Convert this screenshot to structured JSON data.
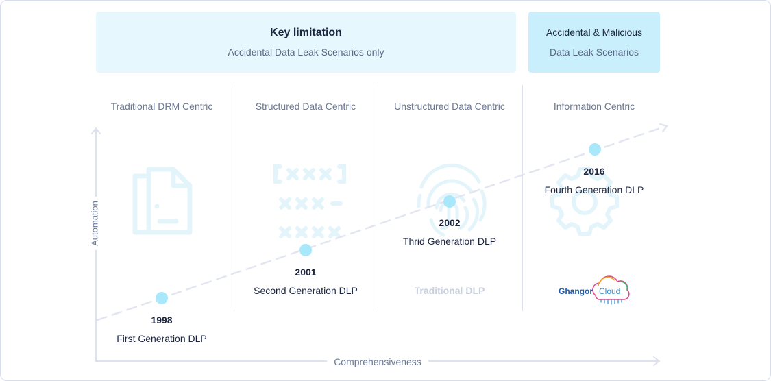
{
  "banners": {
    "left": {
      "title": "Key limitation",
      "subtitle": "Accidental Data Leak Scenarios only"
    },
    "right": {
      "title": "Accidental & Malicious",
      "subtitle": "Data Leak Scenarios"
    }
  },
  "columns": [
    {
      "title": "Traditional DRM Centric",
      "icon": "document-icon"
    },
    {
      "title": "Structured Data Centric",
      "icon": "masked-data-icon"
    },
    {
      "title": "Unstructured Data Centric",
      "icon": "fingerprint-icon"
    },
    {
      "title": "Information Centric",
      "icon": "gear-icon"
    }
  ],
  "milestones": [
    {
      "year": "1998",
      "label": "First Generation DLP"
    },
    {
      "year": "2001",
      "label": "Second Generation DLP"
    },
    {
      "year": "2002",
      "label": "Thrid Generation DLP"
    },
    {
      "year": "2016",
      "label": "Fourth Generation DLP"
    }
  ],
  "traditional_label": "Traditional DLP",
  "axes": {
    "y": "Automation",
    "x": "Comprehensiveness"
  },
  "logo": {
    "name": "Ghangor",
    "product": "Cloud"
  },
  "colors": {
    "banner_left": "#e6f7fd",
    "banner_right": "#c9effc",
    "dot": "#a9e8fb",
    "icon": "#e3f4fb",
    "axis": "#dde2ee"
  }
}
